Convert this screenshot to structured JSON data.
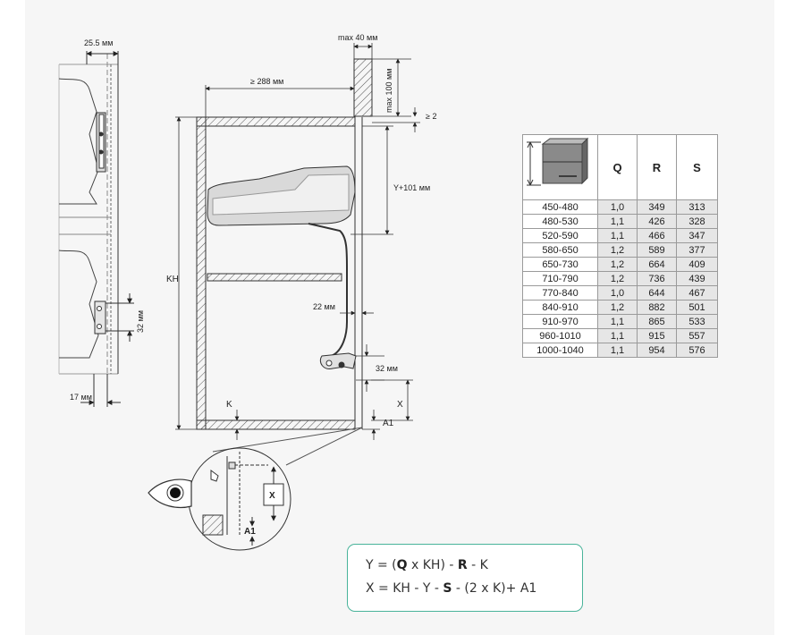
{
  "dimensions": {
    "d_25_5": "25.5 мм",
    "d_17": "17 мм",
    "d_32_left": "32 мм",
    "d_max40": "max 40 мм",
    "d_max100": "max 100 мм",
    "d_ge288": "≥ 288 мм",
    "d_ge2": "≥ 2",
    "d_y101": "Y+101 мм",
    "d_kh": "KH",
    "d_22": "22 мм",
    "d_32_right": "32 мм",
    "d_x": "X",
    "d_a1": "A1",
    "d_k": "K",
    "detail_x": "X",
    "detail_a1": "A1"
  },
  "table": {
    "headers": [
      "Q",
      "R",
      "S"
    ],
    "rows": [
      {
        "range": "450-480",
        "q": "1,0",
        "r": "349",
        "s": "313"
      },
      {
        "range": "480-530",
        "q": "1,1",
        "r": "426",
        "s": "328"
      },
      {
        "range": "520-590",
        "q": "1,1",
        "r": "466",
        "s": "347"
      },
      {
        "range": "580-650",
        "q": "1,2",
        "r": "589",
        "s": "377"
      },
      {
        "range": "650-730",
        "q": "1,2",
        "r": "664",
        "s": "409"
      },
      {
        "range": "710-790",
        "q": "1,2",
        "r": "736",
        "s": "439"
      },
      {
        "range": "770-840",
        "q": "1,0",
        "r": "644",
        "s": "467"
      },
      {
        "range": "840-910",
        "q": "1,2",
        "r": "882",
        "s": "501"
      },
      {
        "range": "910-970",
        "q": "1,1",
        "r": "865",
        "s": "533"
      },
      {
        "range": "960-1010",
        "q": "1,1",
        "r": "915",
        "s": "557"
      },
      {
        "range": "1000-1040",
        "q": "1,1",
        "r": "954",
        "s": "576"
      }
    ]
  },
  "formula": {
    "y": {
      "p1": "Y = (",
      "q": "Q",
      "p2": " x KH) - ",
      "r": "R",
      "p3": " - K"
    },
    "x": {
      "p1": "X = KH - Y - ",
      "s": "S",
      "p2": " - (2 x K)+ A1"
    }
  },
  "colors": {
    "accent": "#49b39a",
    "line": "#333333",
    "cell_fill": "#e6e6e6"
  },
  "icons": [
    "eye-icon",
    "cabinet-thumbnail-icon"
  ]
}
